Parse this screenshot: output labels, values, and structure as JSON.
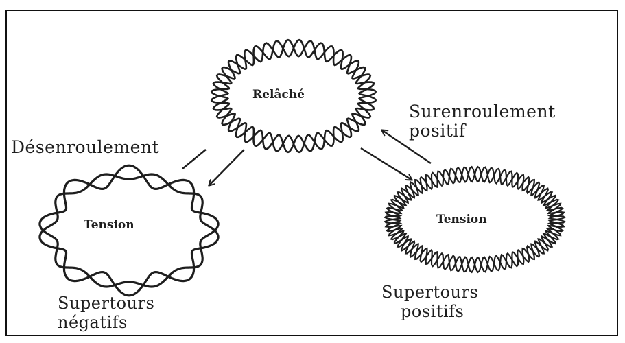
{
  "diagram": {
    "relaxed_label": "Relâché",
    "left_tension_label": "Tension",
    "right_tension_label": "Tension",
    "overwinding_label_line1": "Surenroulement",
    "overwinding_label_line2": "positif",
    "unwinding_label": "Désenroulement",
    "negative_supercoils_line1": "Supertours",
    "negative_supercoils_line2": "négatifs",
    "positive_supercoils_line1": "Supertours",
    "positive_supercoils_line2": "positifs"
  },
  "colors": {
    "ink": "#1e1e1e",
    "frame": "#111111",
    "background": "#ffffff"
  }
}
